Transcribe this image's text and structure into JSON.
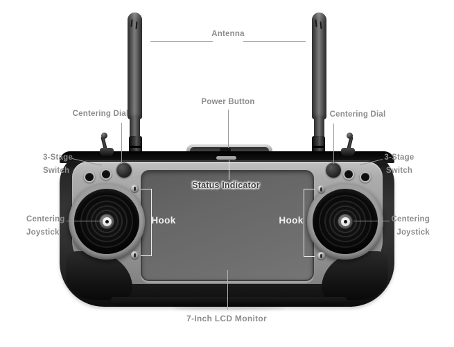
{
  "labels": {
    "antenna": "Antenna",
    "power_button": "Power Button",
    "centering_dial": "Centering Dial",
    "three_stage_line1": "3-Stage",
    "three_stage_line2": "Switch",
    "status_indicator": "Status Indicator",
    "hook": "Hook",
    "centering_joystick_line1": "Centering",
    "centering_joystick_line2": "Joystick",
    "lcd_monitor": "7-Inch LCD Monitor"
  },
  "colors": {
    "background": "#ffffff",
    "label_text_gray": "#8d8d8d",
    "status_label_text": "#3d3d3d",
    "on_device_label_white": "#f2f2f2",
    "callout_line_gray": "#9a9a9a",
    "callout_line_white": "#ececec",
    "body_dark": "#1e1e1e",
    "panel_gray": "#989898",
    "screen_gray": "#696969"
  }
}
